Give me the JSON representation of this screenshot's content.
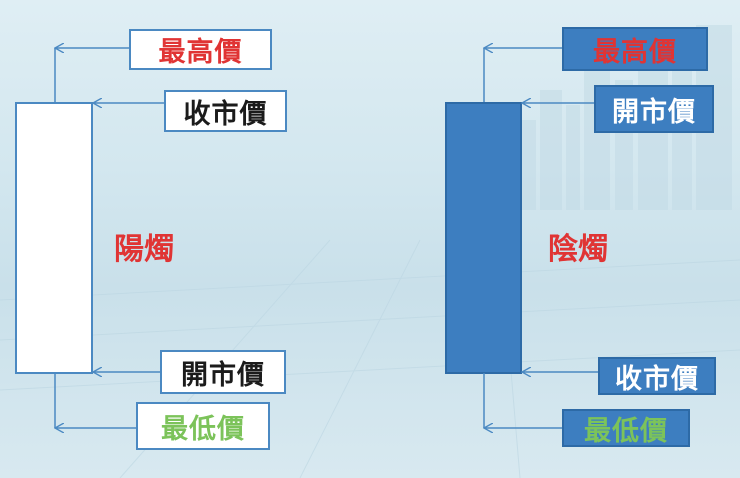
{
  "colors": {
    "red": "#e03434",
    "black": "#1b1b1b",
    "white": "#ffffff",
    "green": "#7cc35a",
    "line": "#4b89c2",
    "bearish_fill": "#3d7ec0"
  },
  "bullish": {
    "name": "陽燭",
    "high": "最高價",
    "close": "收市價",
    "open": "開市價",
    "low": "最低價"
  },
  "bearish": {
    "name": "陰燭",
    "high": "最高價",
    "open": "開市價",
    "close": "收市價",
    "low": "最低價"
  }
}
